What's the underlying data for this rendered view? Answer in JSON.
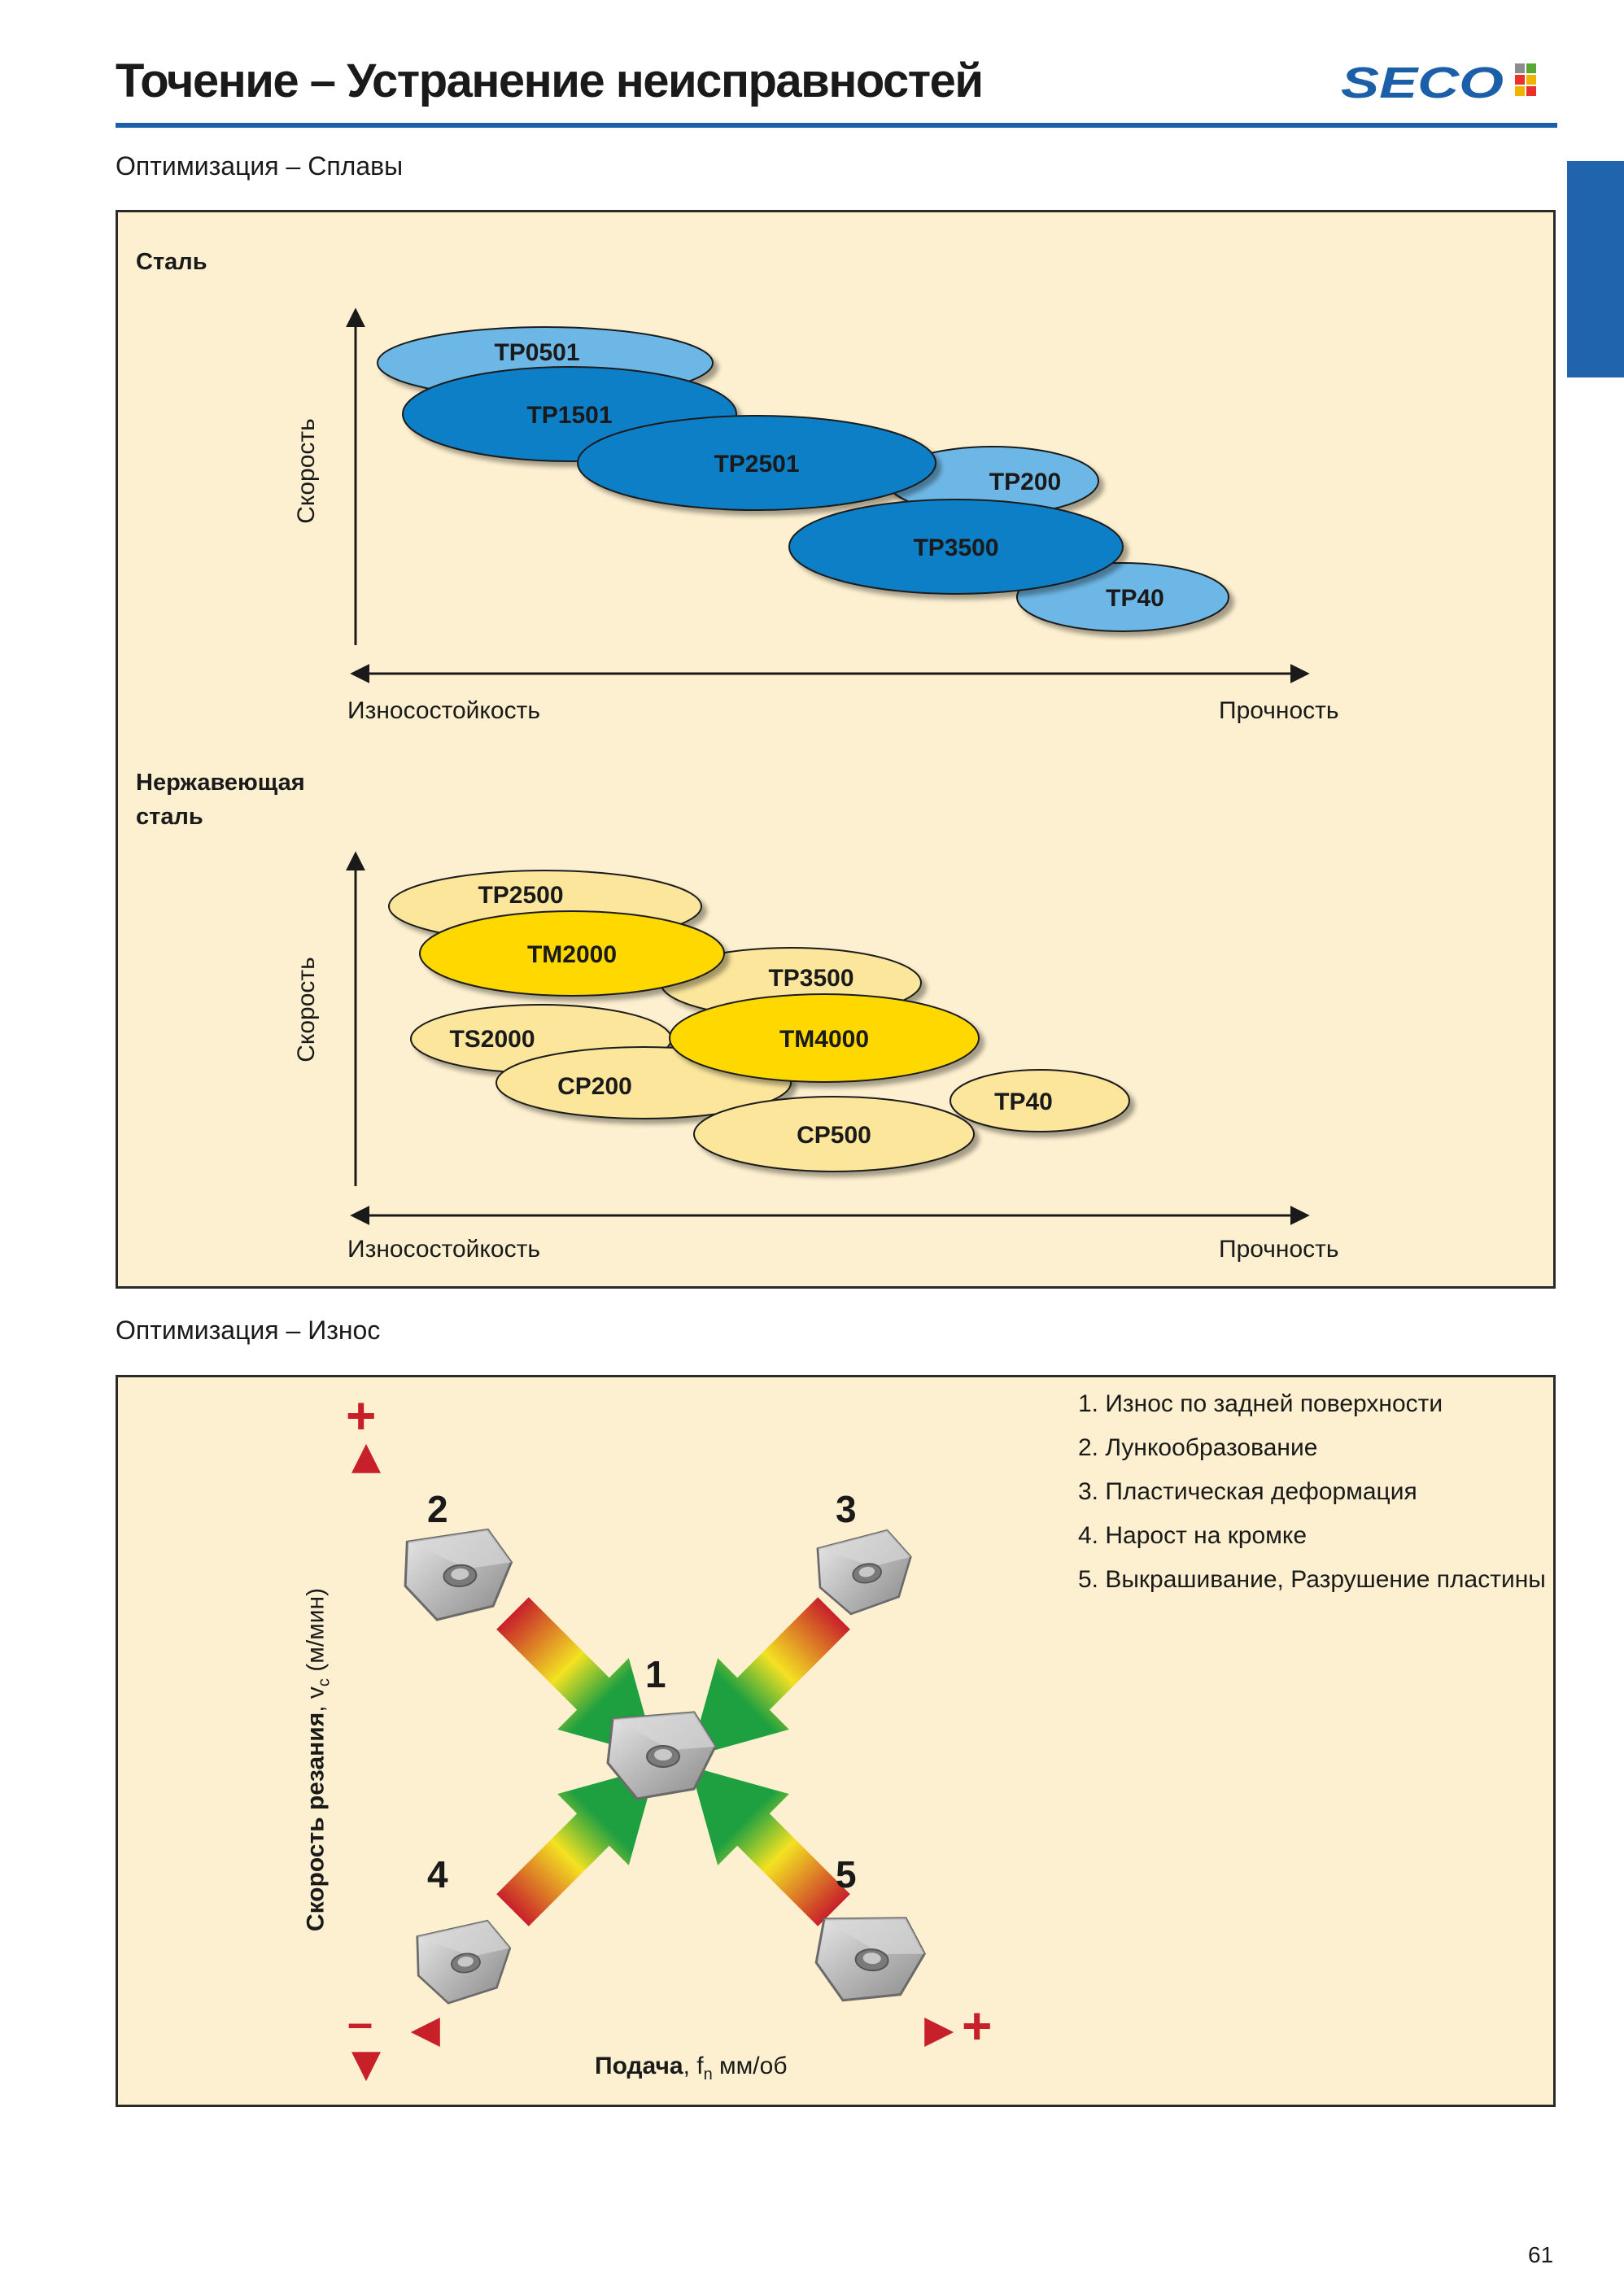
{
  "header": {
    "title": "Точение – Устранение неисправностей",
    "brand": "SECO",
    "brand_colors": [
      "#1a5fa8",
      "#e8322a",
      "#f0b400",
      "#58a838",
      "#8c8c8c"
    ]
  },
  "section_alloys": {
    "title": "Оптимизация – Сплавы",
    "steel": {
      "label": "Сталь",
      "y_axis": "Скорость",
      "x_left": "Износостойкость",
      "x_right": "Прочность",
      "grades": [
        {
          "name": "TP0501",
          "tone": "light"
        },
        {
          "name": "TP1501",
          "tone": "dark"
        },
        {
          "name": "TP200",
          "tone": "light"
        },
        {
          "name": "TP2501",
          "tone": "dark"
        },
        {
          "name": "TP40",
          "tone": "light"
        },
        {
          "name": "TP3500",
          "tone": "dark"
        }
      ],
      "colors": {
        "light": "#6db7e6",
        "dark": "#0f7fc6"
      }
    },
    "stainless": {
      "label": "Нержавеющая\nсталь",
      "y_axis": "Скорость",
      "x_left": "Износостойкость",
      "x_right": "Прочность",
      "grades": [
        {
          "name": "TP2500",
          "tone": "light"
        },
        {
          "name": "TP3500",
          "tone": "light"
        },
        {
          "name": "TM2000",
          "tone": "dark"
        },
        {
          "name": "TS2000",
          "tone": "light"
        },
        {
          "name": "CP200",
          "tone": "light"
        },
        {
          "name": "TP40",
          "tone": "light"
        },
        {
          "name": "CP500",
          "tone": "light"
        },
        {
          "name": "TM4000",
          "tone": "dark"
        }
      ],
      "colors": {
        "light": "#fbe69c",
        "dark": "#ffd800"
      }
    }
  },
  "section_wear": {
    "title": "Оптимизация – Износ",
    "legend": [
      "1. Износ по задней поверхности",
      "2. Лункообразование",
      "3. Пластическая деформация",
      "4. Нарост на кромке",
      "5. Выкрашивание, Разрушение пластины"
    ],
    "markers": [
      "1",
      "2",
      "3",
      "4",
      "5"
    ],
    "y_axis": {
      "bold": "Скорость резания",
      "rest": ", v",
      "sub": "c",
      "unit": " (м/мин)"
    },
    "x_axis": {
      "bold": "Подача",
      "rest": ", f",
      "sub": "n",
      "unit": " мм/об"
    },
    "plus": "+",
    "minus": "–",
    "arrow_colors": [
      "#c8202a",
      "#f0a020",
      "#1fa040"
    ]
  },
  "page_number": "61"
}
